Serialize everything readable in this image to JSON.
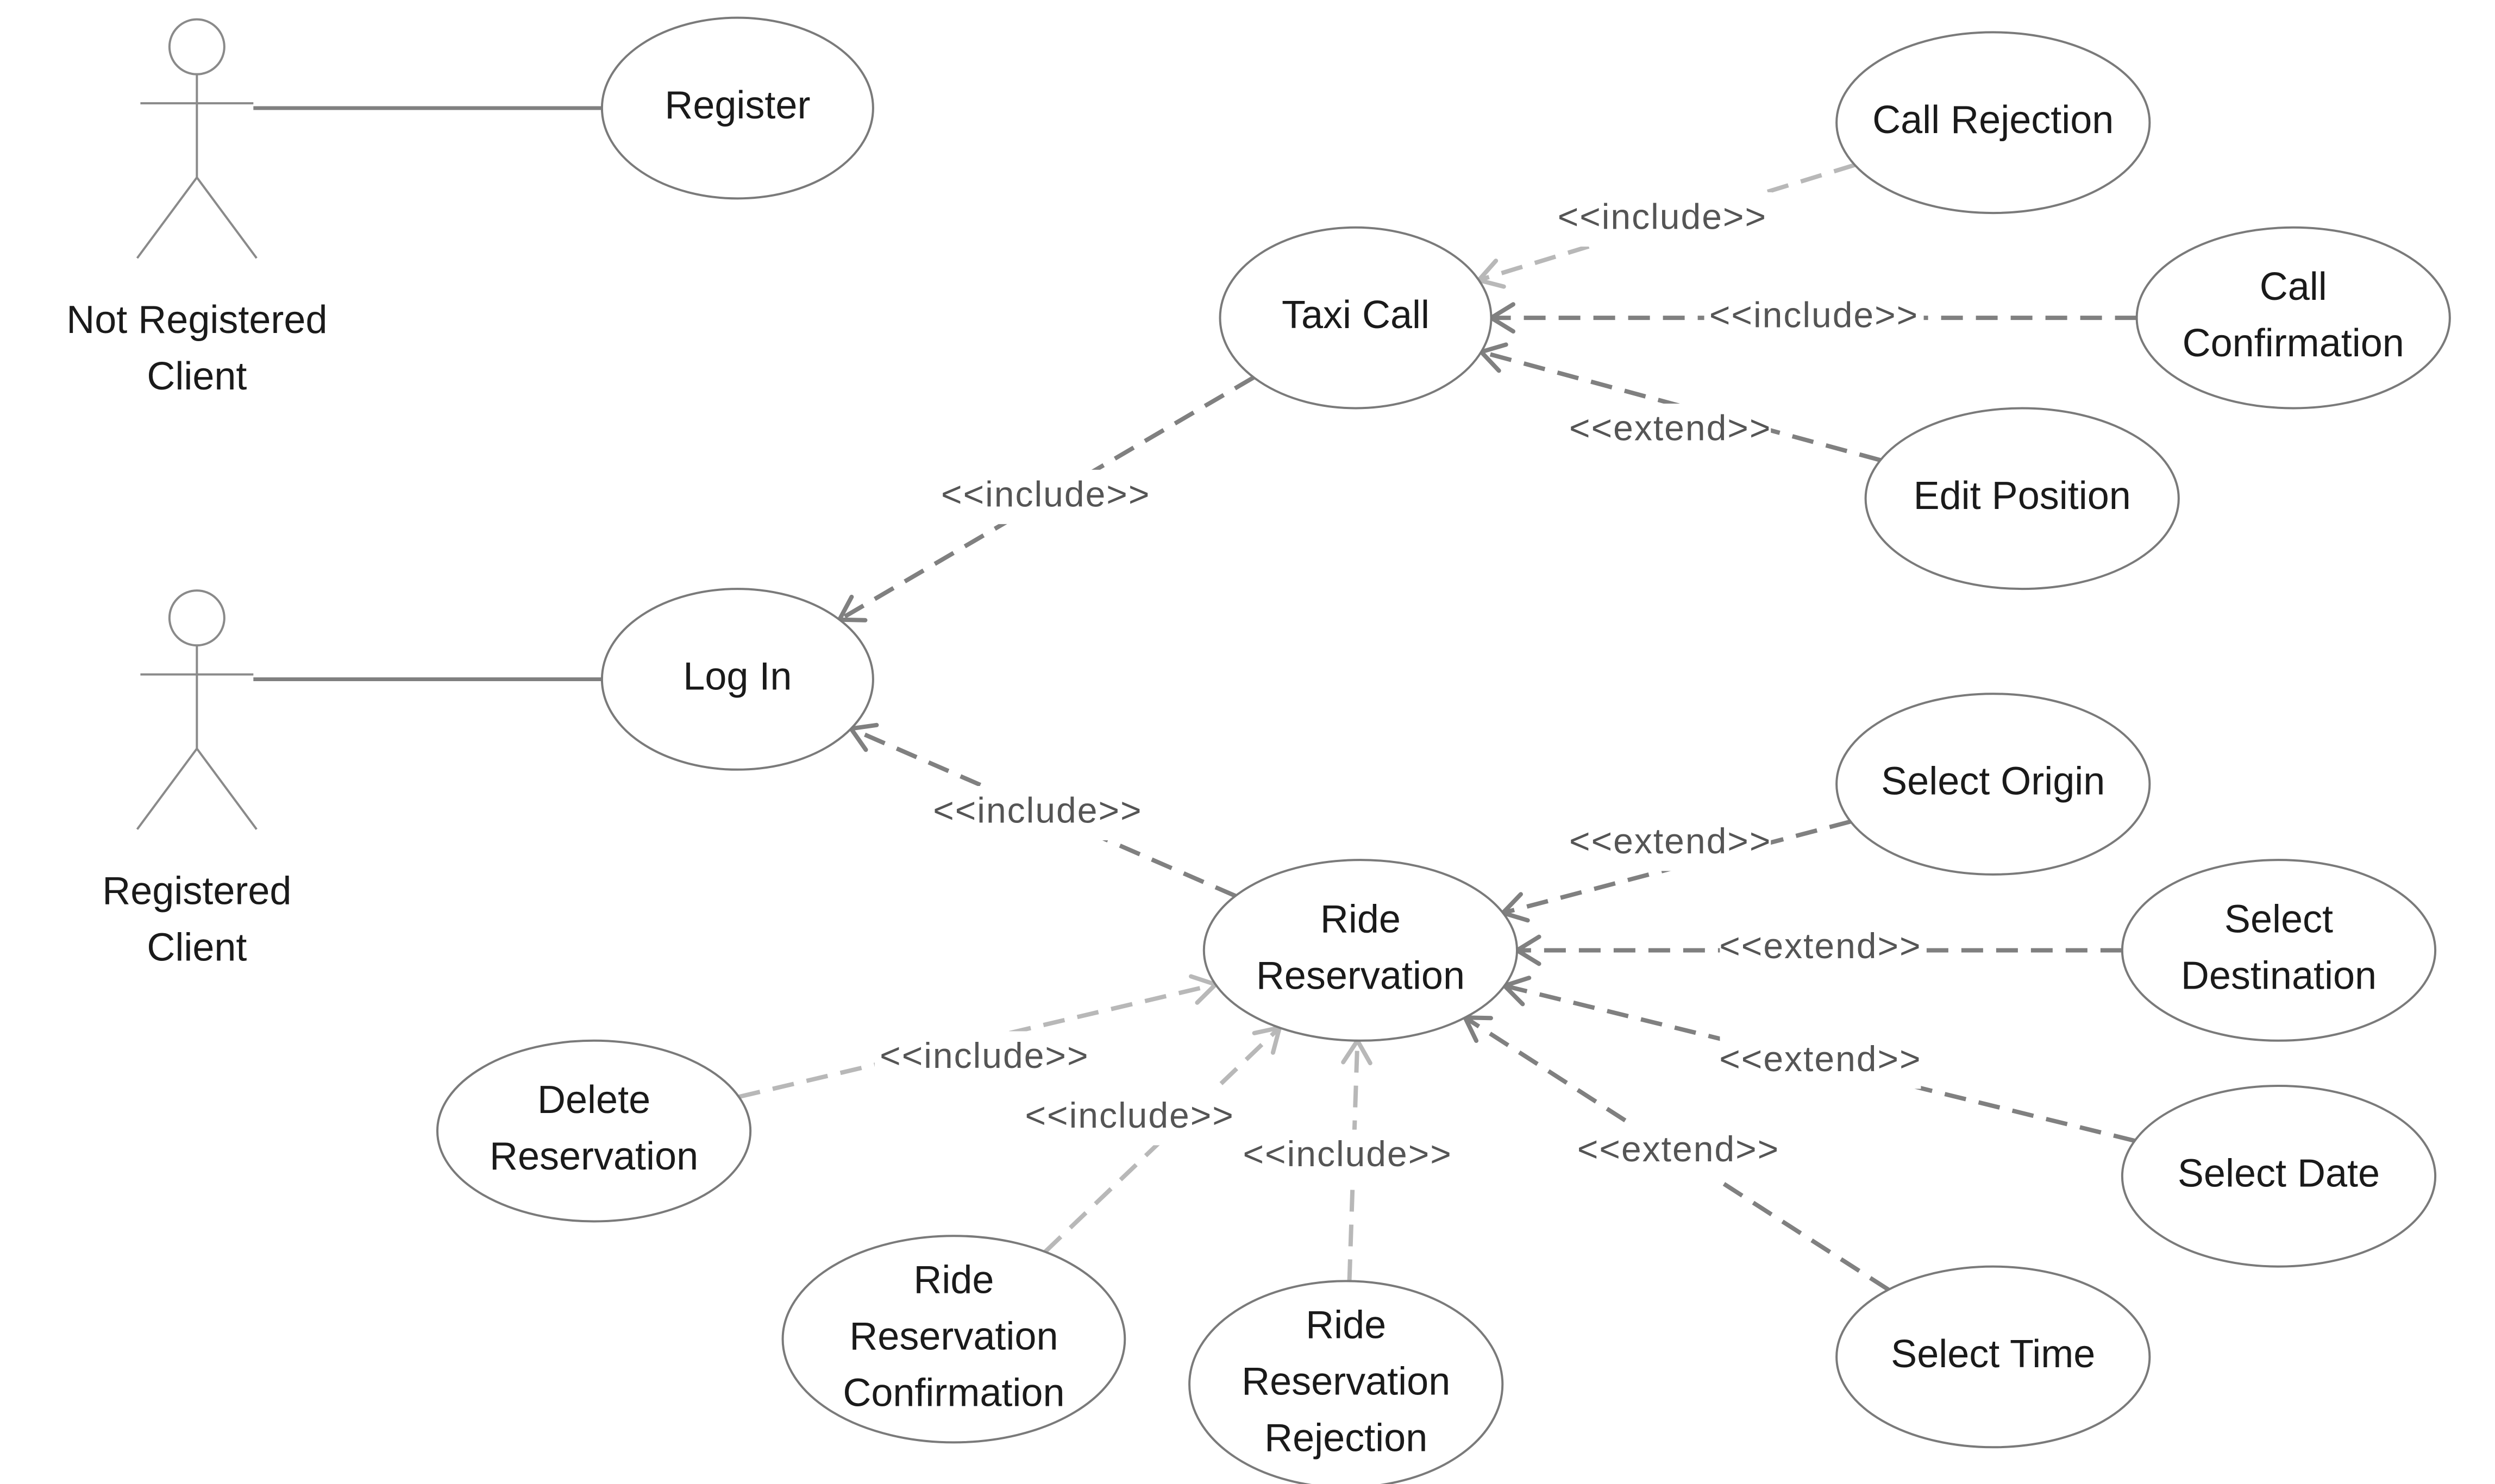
{
  "actors": {
    "not_registered": {
      "lines": [
        "Not Registered",
        "Client"
      ]
    },
    "registered": {
      "lines": [
        "Registered",
        "Client"
      ]
    }
  },
  "use_cases": {
    "register": {
      "lines": [
        "Register"
      ]
    },
    "log_in": {
      "lines": [
        "Log In"
      ]
    },
    "taxi_call": {
      "lines": [
        "Taxi Call"
      ]
    },
    "call_rejection": {
      "lines": [
        "Call Rejection"
      ]
    },
    "call_confirmation": {
      "lines": [
        "Call",
        "Confirmation"
      ]
    },
    "edit_position": {
      "lines": [
        "Edit Position"
      ]
    },
    "ride_reservation": {
      "lines": [
        "Ride",
        "Reservation"
      ]
    },
    "select_origin": {
      "lines": [
        "Select Origin"
      ]
    },
    "select_destination": {
      "lines": [
        "Select",
        "Destination"
      ]
    },
    "select_date": {
      "lines": [
        "Select Date"
      ]
    },
    "select_time": {
      "lines": [
        "Select Time"
      ]
    },
    "delete_reservation": {
      "lines": [
        "Delete",
        "Reservation"
      ]
    },
    "ride_reservation_confirmation": {
      "lines": [
        "Ride",
        "Reservation",
        "Confirmation"
      ]
    },
    "ride_reservation_rejection": {
      "lines": [
        "Ride",
        "Reservation",
        "Rejection"
      ]
    }
  },
  "relations": {
    "taxi_call_log_in": {
      "label": "<<include>>"
    },
    "call_rejection_taxi_call": {
      "label": "<<include>>"
    },
    "call_confirmation_taxi_call": {
      "label": "<<include>>"
    },
    "edit_position_taxi_call": {
      "label": "<<extend>>"
    },
    "ride_reservation_log_in": {
      "label": "<<include>>"
    },
    "select_origin_ride": {
      "label": "<<extend>>"
    },
    "select_destination_ride": {
      "label": "<<extend>>"
    },
    "select_date_ride": {
      "label": "<<extend>>"
    },
    "select_time_ride": {
      "label": "<<extend>>"
    },
    "delete_reservation_ride": {
      "label": "<<include>>"
    },
    "confirmation_ride": {
      "label": "<<include>>"
    },
    "rejection_ride": {
      "label": "<<include>>"
    }
  },
  "colors": {
    "dark_dependency": "#808080",
    "light_dependency": "#b8b8b8",
    "outline": "#7a7a7a"
  }
}
